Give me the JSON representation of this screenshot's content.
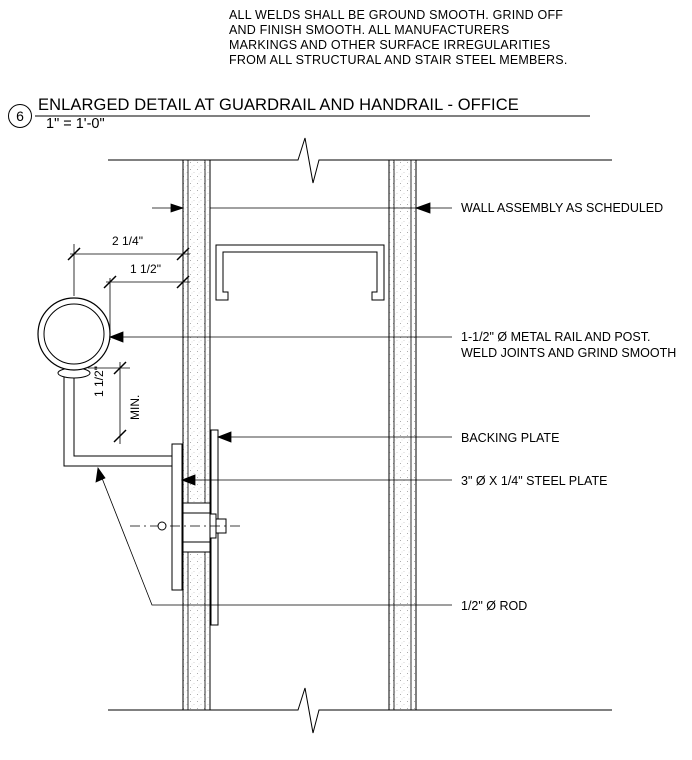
{
  "general_note": {
    "lines": [
      "ALL WELDS SHALL BE GROUND SMOOTH. GRIND OFF",
      "AND FINISH SMOOTH. ALL MANUFACTURERS",
      "MARKINGS AND OTHER SURFACE IRREGULARITIES",
      "FROM ALL STRUCTURAL AND STAIR STEEL MEMBERS."
    ]
  },
  "detail": {
    "number": "6",
    "title": "ENLARGED DETAIL AT GUARDRAIL AND HANDRAIL - OFFICE",
    "scale": "1\" = 1'-0\""
  },
  "dimensions": {
    "outer": "2 1/4\"",
    "inner": "1 1/2\"",
    "clearance": "1 1/2\"",
    "min": "MIN."
  },
  "callouts": {
    "wall": "WALL ASSEMBLY AS SCHEDULED",
    "rail_line1": "1-1/2\" Ø METAL RAIL AND POST.",
    "rail_line2": "WELD JOINTS AND GRIND SMOOTH",
    "backing": "BACKING PLATE",
    "plate": "3\" Ø X 1/4\" STEEL PLATE",
    "rod": "1/2\" Ø ROD"
  }
}
